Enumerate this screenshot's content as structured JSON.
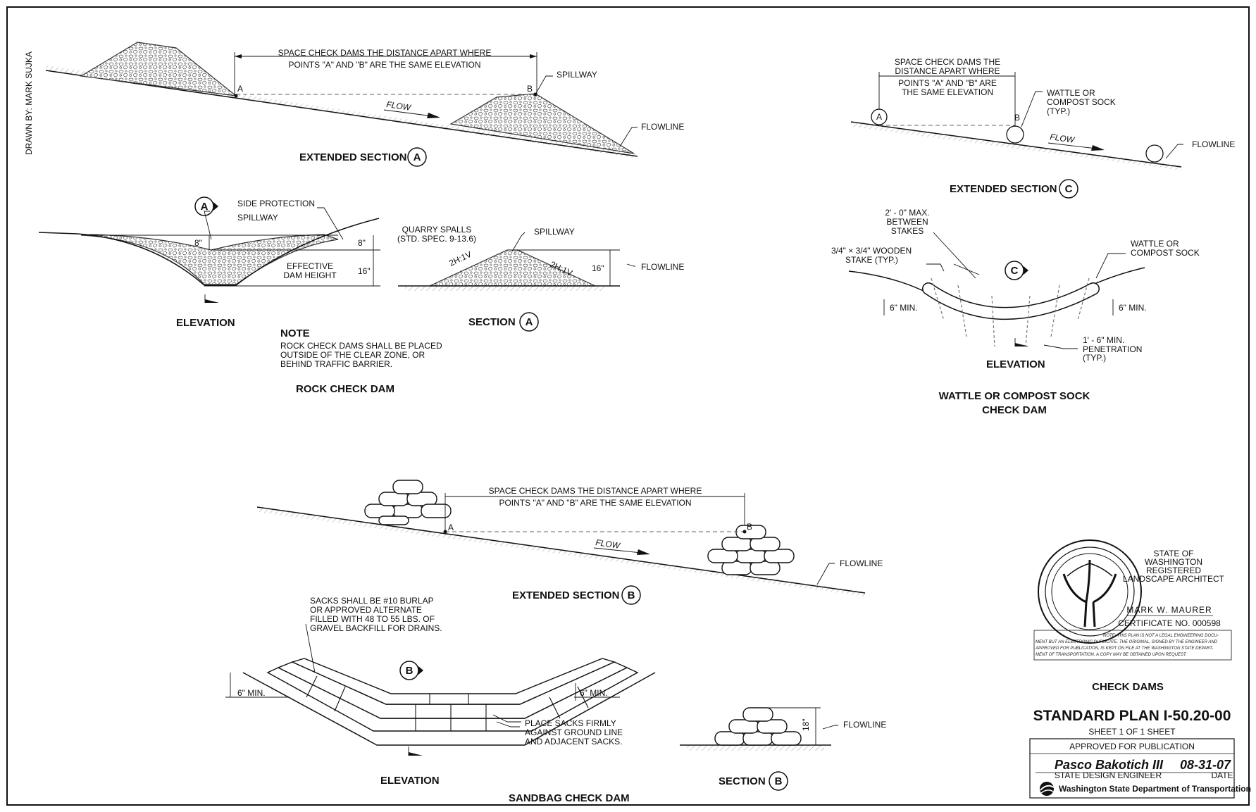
{
  "drawn_by": "DRAWN BY:  MARK SUJKA",
  "rock": {
    "space_note_1": "SPACE CHECK DAMS THE DISTANCE APART WHERE",
    "space_note_2": "POINTS \"A\" AND \"B\" ARE THE SAME ELEVATION",
    "point_a": "A",
    "point_b": "B",
    "spillway": "SPILLWAY",
    "flow": "FLOW",
    "flowline": "FLOWLINE",
    "extended_section": "EXTENDED SECTION",
    "section_marker": "A",
    "side_protection": "SIDE PROTECTION",
    "spillway2": "SPILLWAY",
    "dim_8a": "8\"",
    "dim_8b": "8\"",
    "effective_1": "EFFECTIVE",
    "effective_2": "DAM HEIGHT",
    "dim_16": "16\"",
    "elevation": "ELEVATION",
    "quarry_1": "QUARRY SPALLS",
    "quarry_2": "(STD. SPEC. 9-13.6)",
    "spillway3": "SPILLWAY",
    "slope_left": "2H:1V",
    "slope_right": "2H:1V",
    "dim_16b": "16\"",
    "flowline2": "FLOWLINE",
    "section": "SECTION",
    "note_title": "NOTE",
    "note_1": "ROCK CHECK DAMS SHALL BE PLACED",
    "note_2": "OUTSIDE OF THE CLEAR ZONE, OR",
    "note_3": "BEHIND TRAFFIC BARRIER.",
    "title": "ROCK CHECK DAM"
  },
  "wattle": {
    "space_1": "SPACE CHECK DAMS THE",
    "space_2": "DISTANCE APART WHERE",
    "space_3": "POINTS \"A\" AND \"B\" ARE",
    "space_4": "THE SAME ELEVATION",
    "point_a": "A",
    "point_b": "B",
    "sock_1": "WATTLE OR",
    "sock_2": "COMPOST SOCK",
    "sock_3": "(TYP.)",
    "flow": "FLOW",
    "flowline": "FLOWLINE",
    "extended_section": "EXTENDED SECTION",
    "section_marker": "C",
    "max_1": "2' - 0\" MAX.",
    "max_2": "BETWEEN",
    "max_3": "STAKES",
    "stake_1": "3/4\" × 3/4\" WOODEN",
    "stake_2": "STAKE (TYP.)",
    "sock2_1": "WATTLE OR",
    "sock2_2": "COMPOST SOCK",
    "min_left": "6\" MIN.",
    "min_right": "6\" MIN.",
    "pen_1": "1' - 6\" MIN.",
    "pen_2": "PENETRATION",
    "pen_3": "(TYP.)",
    "elevation": "ELEVATION",
    "title_1": "WATTLE OR COMPOST SOCK",
    "title_2": "CHECK DAM"
  },
  "sandbag": {
    "space_note_1": "SPACE CHECK DAMS THE DISTANCE APART WHERE",
    "space_note_2": "POINTS \"A\" AND \"B\" ARE THE SAME ELEVATION",
    "point_a": "A",
    "point_b": "B",
    "flow": "FLOW",
    "flowline": "FLOWLINE",
    "extended_section": "EXTENDED SECTION",
    "section_marker": "B",
    "sacks_1": "SACKS SHALL BE #10 BURLAP",
    "sacks_2": "OR APPROVED ALTERNATE",
    "sacks_3": "FILLED WITH 48 TO 55 LBS. OF",
    "sacks_4": "GRAVEL BACKFILL FOR DRAINS.",
    "min_left": "6\" MIN.",
    "min_right": "6\" MIN.",
    "place_1": "PLACE SACKS FIRMLY",
    "place_2": "AGAINST GROUND LINE",
    "place_3": "AND ADJACENT SACKS.",
    "elevation": "ELEVATION",
    "dim_18": "18\"",
    "flowline2": "FLOWLINE",
    "section": "SECTION",
    "title": "SANDBAG CHECK DAM"
  },
  "stamp": {
    "state_1": "STATE OF",
    "state_2": "WASHINGTON",
    "state_3": "REGISTERED",
    "state_4": "LANDSCAPE ARCHITECT",
    "signature": "MARK W. MAURER",
    "certificate": "CERTIFICATE NO. 000598",
    "note_1": "NOTE:   THIS PLAN IS NOT A LEGAL ENGINEERING DOCU-",
    "note_2": "MENT BUT AN ELECTRONIC DUPLICATE. THE ORIGINAL, SIGNED BY THE ENGINEER AND",
    "note_3": "APPROVED FOR PUBLICATION, IS KEPT ON FILE AT THE WASHINGTON STATE DEPART-",
    "note_4": "MENT OF TRANSPORTATION.  A COPY MAY BE OBTAINED UPON REQUEST."
  },
  "title_block": {
    "title": "CHECK DAMS",
    "plan": "STANDARD PLAN I-50.20-00",
    "sheet": "SHEET 1 OF 1 SHEET",
    "approved": "APPROVED FOR PUBLICATION",
    "signer": "Pasco Bakotich III",
    "date": "08-31-07",
    "signer_title": "STATE DESIGN ENGINEER",
    "date_label": "DATE",
    "agency": "Washington State Department of Transportation"
  }
}
